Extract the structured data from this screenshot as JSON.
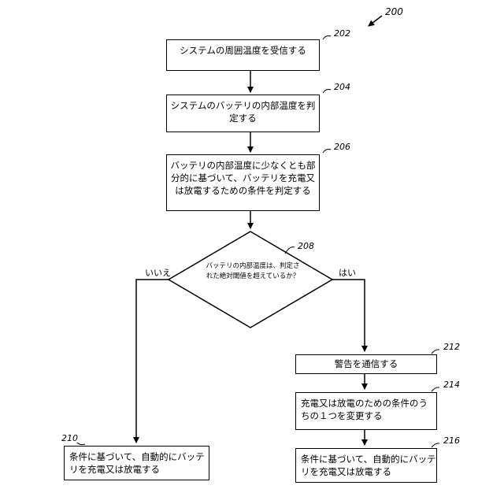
{
  "figure_ref": "200",
  "steps": {
    "s202": {
      "ref": "202",
      "line1": "システムの周囲温度を受信する",
      "line2": ""
    },
    "s204": {
      "ref": "204",
      "line1": "システムのバッテリの内部温度を判",
      "line2": "定する"
    },
    "s206": {
      "ref": "206",
      "line1": "バッテリの内部温度に少なくとも部",
      "line2": "分的に基づいて、バッテリを充電又",
      "line3": "は放電するための条件を判定する"
    },
    "s208": {
      "ref": "208",
      "line1": "バッテリの内部温度は、判定さ",
      "line2": "れた絶対閾値を超えているか？"
    },
    "s210": {
      "ref": "210",
      "line1": "条件に基づいて、自動的にバッテ",
      "line2": "リを充電又は放電する"
    },
    "s212": {
      "ref": "212",
      "line1": "警告を通信する"
    },
    "s214": {
      "ref": "214",
      "line1": "充電又は放電のための条件のう",
      "line2": "ちの１つを変更する"
    },
    "s216": {
      "ref": "216",
      "line1": "条件に基づいて、自動的にバッテ",
      "line2": "リを充電又は放電する"
    }
  },
  "branches": {
    "no": "いいえ",
    "yes": "はい"
  }
}
